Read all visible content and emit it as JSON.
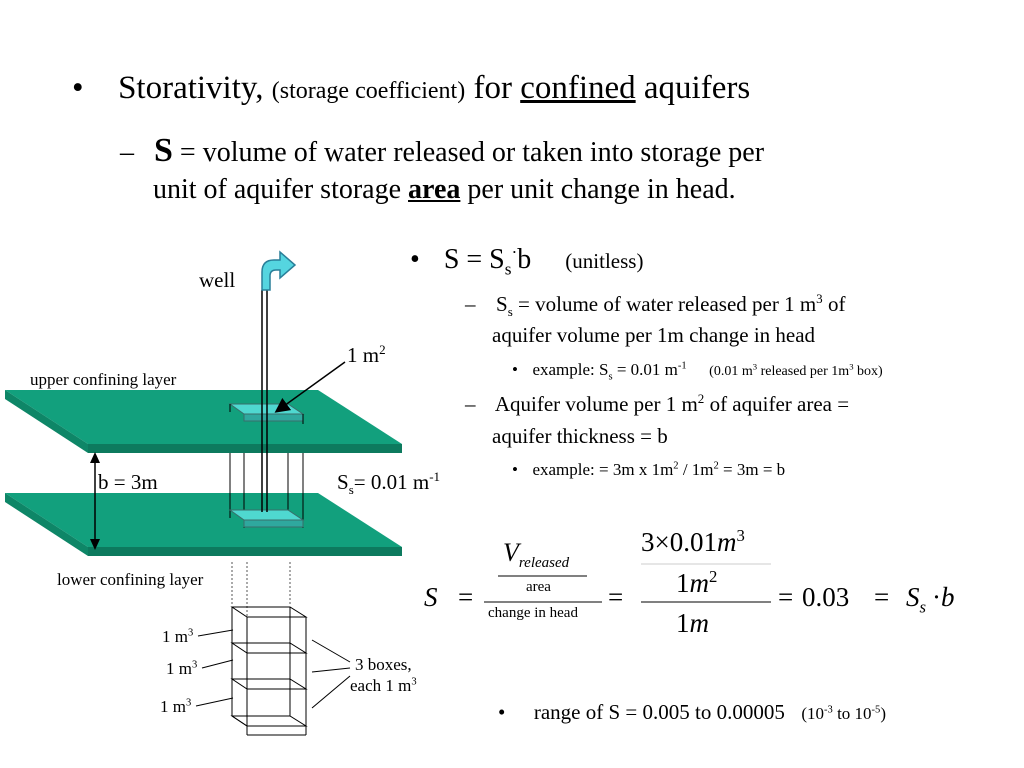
{
  "bullet1": {
    "mark": "•",
    "term": "Storativity, ",
    "paren": "(storage coefficient)",
    "for": " for ",
    "confined": "confined",
    "rest": " aquifers"
  },
  "bullet1_sub": {
    "dash": "–",
    "S": "S",
    "def_a": " = volume of water released or taken into storage per",
    "def_b": "unit of aquifer storage ",
    "area": "area",
    "def_c": " per unit change in head."
  },
  "right": {
    "b1_mark": "•",
    "b1_main": "S = S",
    "b1_sub": "s",
    "b1_dot": "·",
    "b1_b": "b",
    "b1_unit": "(unitless)",
    "d1_mark": "–",
    "d1_S": "S",
    "d1_s": "s",
    "d1_text": " = volume of water released per 1 m",
    "d1_exp": "3",
    "d1_of": " of",
    "d1_line2": "aquifer volume per 1m change in head",
    "e1_mark": "•",
    "e1_text": "example: S",
    "e1_sub": "s",
    "e1_val": " = 0.01 m",
    "e1_exp": "-1",
    "e1_note_a": "(0.01 m",
    "e1_note_b": "3",
    "e1_note_c": " released per  1m",
    "e1_note_d": "3",
    "e1_note_e": " box)",
    "d2_mark": "–",
    "d2_a": "Aquifer volume per 1 m",
    "d2_exp": "2",
    "d2_b": " of aquifer area =",
    "d2_line2": "aquifer thickness = b",
    "e2_mark": "•",
    "e2_a": "example: = 3m x 1m",
    "e2_e1": "2",
    "e2_b": " / 1m",
    "e2_e2": "2",
    "e2_c": " = 3m = b",
    "range_mark": "•",
    "range_text": "range of S = 0.005 to 0.00005",
    "range_paren_a": "(10",
    "range_e1": "-3",
    "range_paren_b": " to 10",
    "range_e2": "-5",
    "range_paren_c": ")"
  },
  "diagram": {
    "well": "well",
    "area_label": "1 m",
    "area_exp": "2",
    "upper": "upper confining layer",
    "lower": "lower confining layer",
    "thickness": "b = 3m",
    "ss_label_a": "S",
    "ss_label_s": "s",
    "ss_label_b": "= 0.01 m",
    "ss_label_exp": "-1",
    "box1": "1 m",
    "box1_exp": "3",
    "box2": "1 m",
    "box2_exp": "3",
    "box3": "1 m",
    "box3_exp": "3",
    "boxes_a": "3 boxes,",
    "boxes_b": "each 1 m",
    "boxes_exp": "3",
    "layer_color": "#12a07d",
    "column_color": "#4fd8d0"
  },
  "equation": {
    "S": "S",
    "eq1": "=",
    "V": "V",
    "released": "released",
    "area": "area",
    "change": "change  in head",
    "eq2": "=",
    "num": "3×0.01",
    "num_m": "m",
    "num_exp": "3",
    "mid_1": "1",
    "mid_m": "m",
    "mid_exp": "2",
    "den_1": "1",
    "den_m": "m",
    "eq3": "=",
    "result": "0.03",
    "eq4": "=",
    "rhs_S": "S",
    "rhs_s": "s",
    "rhs_dot": "·",
    "rhs_b": "b"
  }
}
